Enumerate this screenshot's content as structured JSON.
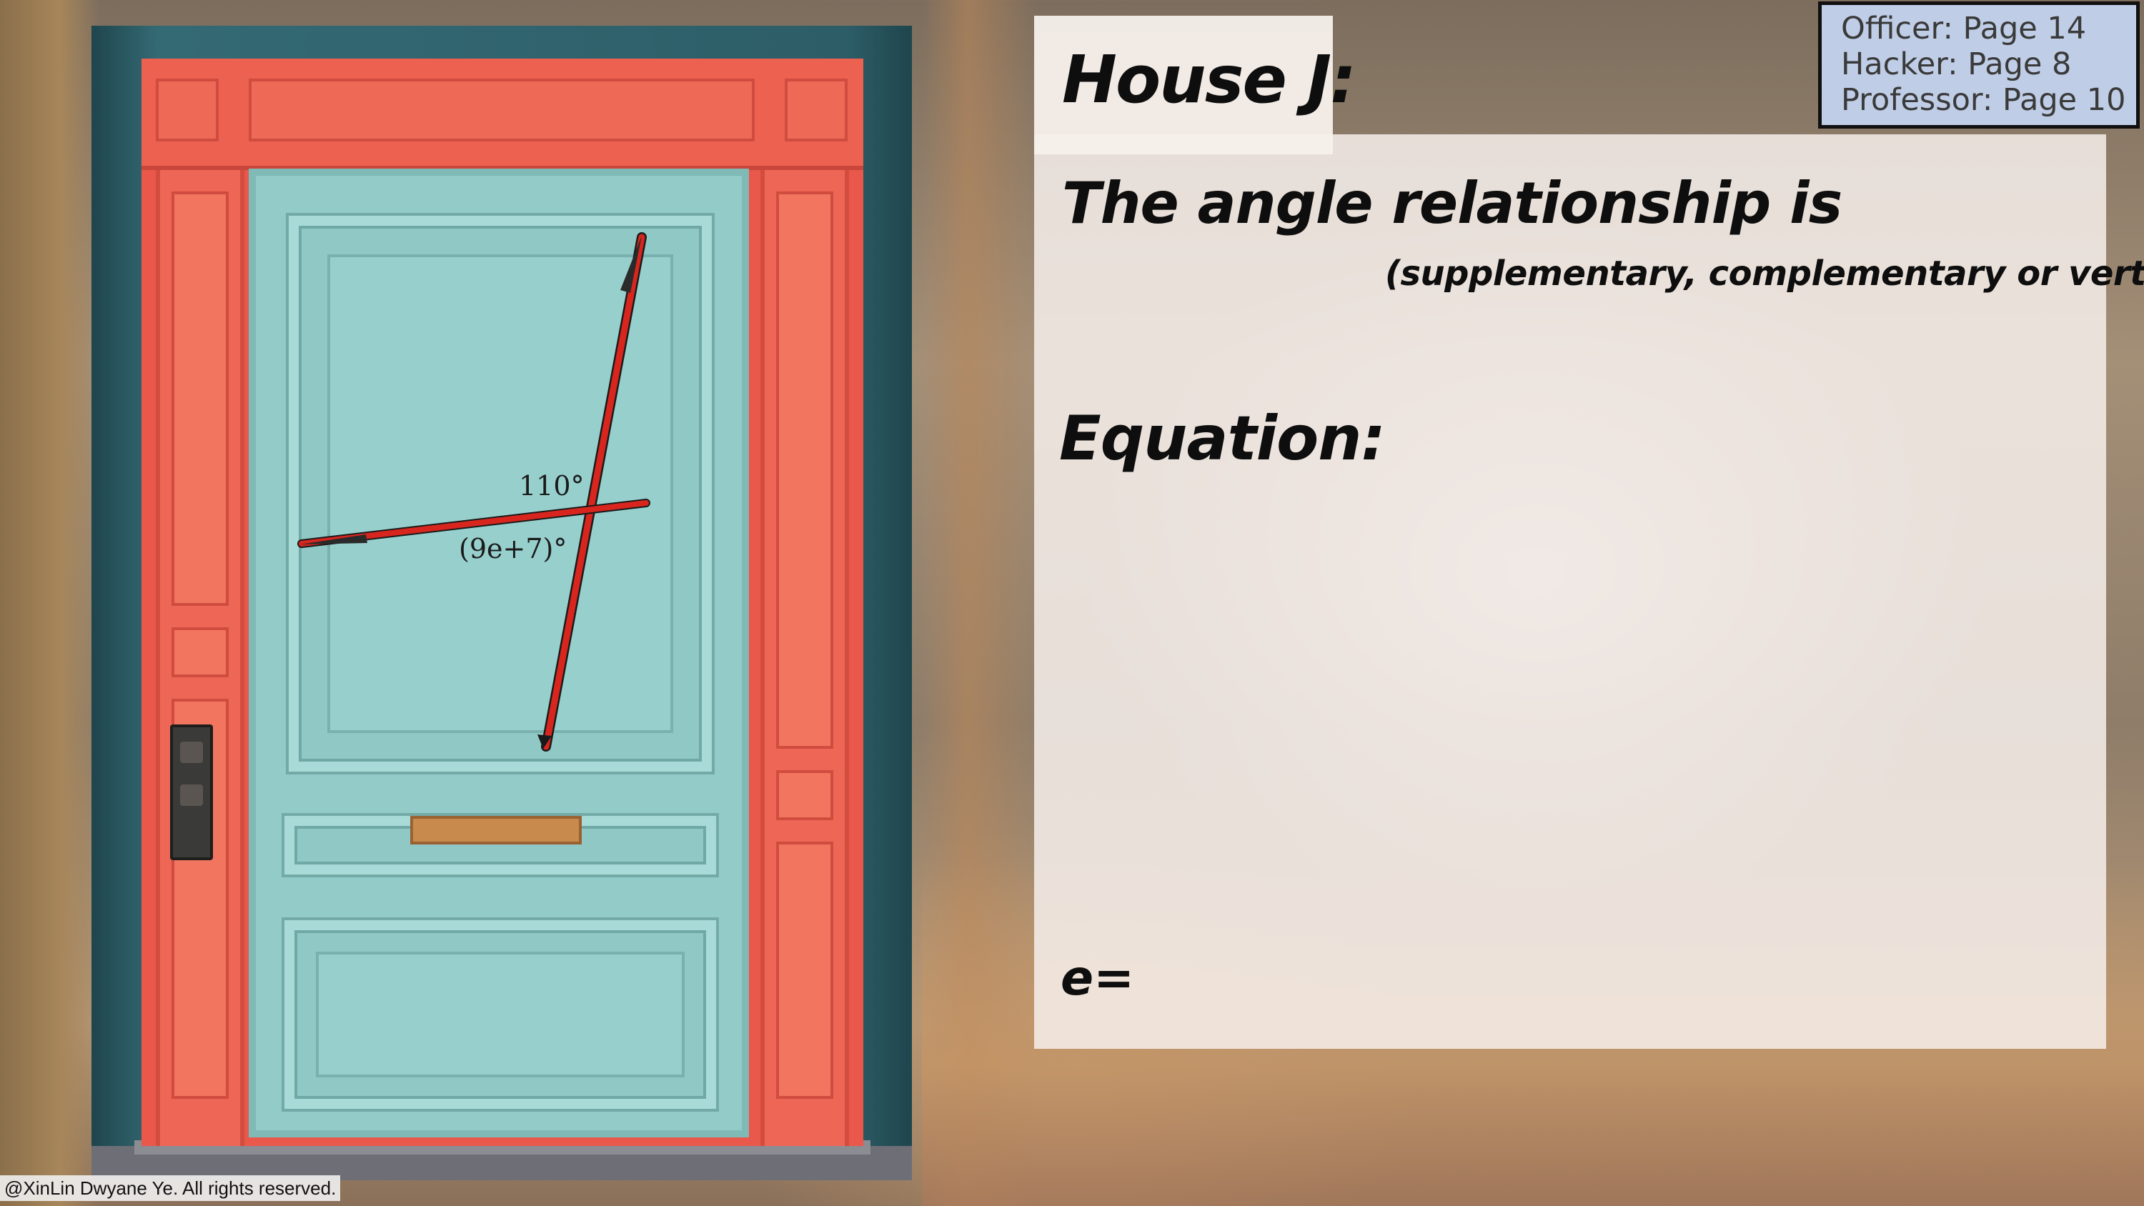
{
  "worksheet": {
    "title": "House J:",
    "relationship_prompt": "The angle relationship is",
    "relationship_options": "(supplementary, complementary or vertical)",
    "equation_label": "Equation:",
    "answer_label": "e="
  },
  "roles": [
    {
      "label": "Officer: Page 14"
    },
    {
      "label": "Hacker: Page 8"
    },
    {
      "label": "Professor: Page 10"
    }
  ],
  "diagram": {
    "angle_1": "110°",
    "angle_2": "(9e+7)°",
    "line_color": "#d8261e"
  },
  "copyright": "@XinLin Dwyane Ye. All rights reserved.",
  "colors": {
    "door_frame": "#e9584a",
    "door_leaf": "#93cbc8",
    "role_box": "#bfcde6"
  }
}
